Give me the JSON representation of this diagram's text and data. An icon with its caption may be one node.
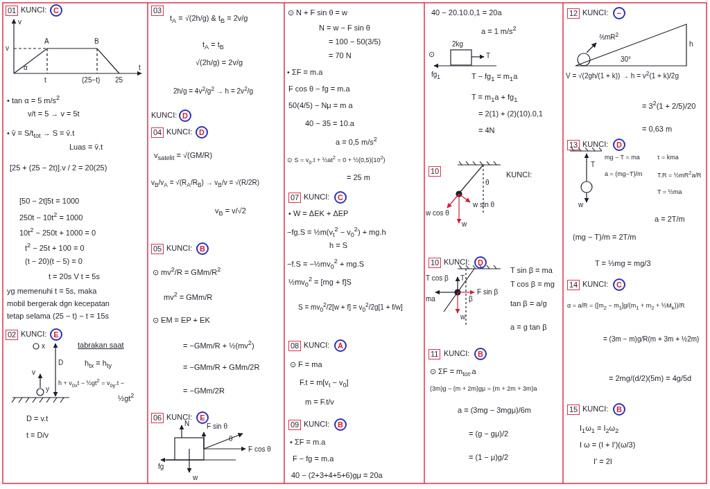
{
  "diagram": {
    "labels": [
      "01",
      "KUNCI:",
      "C",
      "v",
      "v",
      "A",
      "B",
      "α",
      "t",
      "(25−t)",
      "25",
      "t",
      "• tan α = 5 m/s$^{2}$",
      "v/t = 5 → v = 5t",
      "• v̄ = S/t$_{tot}$ → S = v̄.t",
      "Luas = v̄.t",
      "[25 + (25 − 2t)].v / 2 = 20(25)",
      "[50 − 2t]5t = 1000",
      "250t − 10t$^{2}$ = 1000",
      "10t$^{2}$ − 250t + 1000 = 0",
      "t$^{2}$ − 25t + 100 = 0",
      "(t − 20)(t − 5) = 0",
      "t = 20s V t = 5s",
      "yg memenuhi t = 5s, maka",
      "mobil bergerak dgn kecepatan",
      "tetap selama (25 − t) − t = 15s",
      "02",
      "KUNCI:",
      "E",
      "x",
      "tabrakan saat",
      "h$_{tx}$ = h$_{ty}$",
      "D",
      "v",
      "h + v$_{0x}$t − ½gt$^{2}$ = v$_{0y}$.t −",
      "y",
      "½gt$^{2}$",
      "D = v.t",
      "t = D/v",
      "03",
      "t$_{A}$ = √(2h/g) & t$_{B}$ = 2v/g",
      "t$_{A}$ = t$_{B}$",
      "√(2h/g) = 2v/g",
      "2h/g = 4v$^{2}$/g$^{2}$ → h = 2v$^{2}$/g",
      "KUNCI:",
      "D",
      "04",
      "KUNCI:",
      "D",
      "v$_{satelit}$ = √(GM/R)",
      "v$_{B}$/v$_{A}$ = √(R$_{A}$/R$_{B}$) → v$_{B}$/v = √(R/2R)",
      "v$_{B}$ = v/√2",
      "05",
      "KUNCI:",
      "B",
      "⊙ mv$^{2}$/R = GMm/R$^{2}$",
      "mv$^{2}$ = GMm/R",
      "⊙ EM = EP + EK",
      "= −GMm/R + ½(mv$^{2}$)",
      "= −GMm/R + GMm/2R",
      "= −GMm/2R",
      "06",
      "KUNCI:",
      "E",
      "N",
      "F sin θ",
      "θ",
      "F cos θ",
      "fg",
      "w",
      "⊙ N + F sin θ = w",
      "N = w − F sin θ",
      "= 100 − 50(3/5)",
      "= 70 N",
      "• ΣF = m.a",
      "F cos θ − fg = m.a",
      "50(4/5) − Nμ = m a",
      "40 − 35 = 10.a",
      "a = 0,5 m/s$^{2}$",
      "⊙ S = v$_{0}$.t + ½at$^{2}$ = 0 + ½(0,5)(10$^{2}$)",
      "= 25 m",
      "07",
      "KUNCI:",
      "C",
      "• W = ΔEK + ΔEP",
      "−fg.S = ½m(v$_{t}$$^{2}$ − v$_{0}$$^{2}$) + mg.h",
      "h = S",
      "−f.S = −½mv$_{0}$$^{2}$ + mg.S",
      "½mv$_{0}$$^{2}$ = [mg + f]S",
      "S = mv$_{0}$$^{2}$/2[w + f] = v$_{0}$$^{2}$/2g[1 + f/w]",
      "08",
      "KUNCI:",
      "A",
      "⊙ F = ma",
      "F.t = m[v$_{t}$ − v$_{0}$]",
      "m = F.t/v",
      "09",
      "KUNCI:",
      "B",
      "• ΣF = m.a",
      "F − fg = m.a",
      "40 − (2+3+4+5+6)gμ = 20a",
      "40 − 20.10.0,1 = 20a",
      "a = 1 m/s$^{2}$",
      "⊙",
      "2kg",
      "T",
      "fg$_{1}$",
      "T − fg$_{1}$ = m$_{1}$a",
      "T = m$_{1}$a + fg$_{1}$",
      "= 2(1) + (2)(10).0,1",
      "= 4N",
      "10",
      "KUNCI:",
      "θ",
      "w cos θ",
      "w sin θ",
      "w",
      "10",
      "KUNCI:",
      "D",
      "T cos β",
      "T",
      "β",
      "ma",
      "F sin β",
      "w",
      "T sin β = ma",
      "T cos β = mg",
      "tan β = a/g",
      "a = g tan β",
      "11",
      "KUNCI:",
      "B",
      "⊙ ΣF = m$_{tot}$.a",
      "(3m)g − (m + 2m)gμ = (m + 2m + 3m)a",
      "a = (3mg − 3mgμ)/6m",
      "= (g − gμ)/2",
      "= (1 − μ)g/2",
      "12",
      "KUNCI:",
      "−",
      "⅖mR$^{2}$",
      "30°",
      "h",
      "V = √(2gh/(1 + k)) → h = v$^{2}$(1 + k)/2g",
      "= 3$^{2}$(1 + 2/5)/20",
      "= 0,63 m",
      "13",
      "KUNCI:",
      "D",
      "T",
      "w",
      "mg − T = ma",
      "a = (mg−T)/m",
      "τ = kma",
      "T.R = ½mR$^{2}$a/R",
      "T = ½ma",
      "a = 2T/m",
      "(mg − T)/m = 2T/m",
      "T = ⅓mg = mg/3",
      "14",
      "KUNCI:",
      "C",
      "α = a/R = ([m$_{2}$ − m$_{1}$]g/(m$_{1}$ + m$_{2}$ + ½M$_{k}$))/R",
      "= (3m − m)g/R(m + 3m + ½2m)",
      "= 2mg/(d/2)(5m) = 4g/5d",
      "15",
      "KUNCI:",
      "B",
      "I$_{1}$ω$_{1}$ = I$_{2}$ω$_{2}$",
      "I ω = (I + I')(ω/3)",
      "I' = 2I"
    ]
  }
}
